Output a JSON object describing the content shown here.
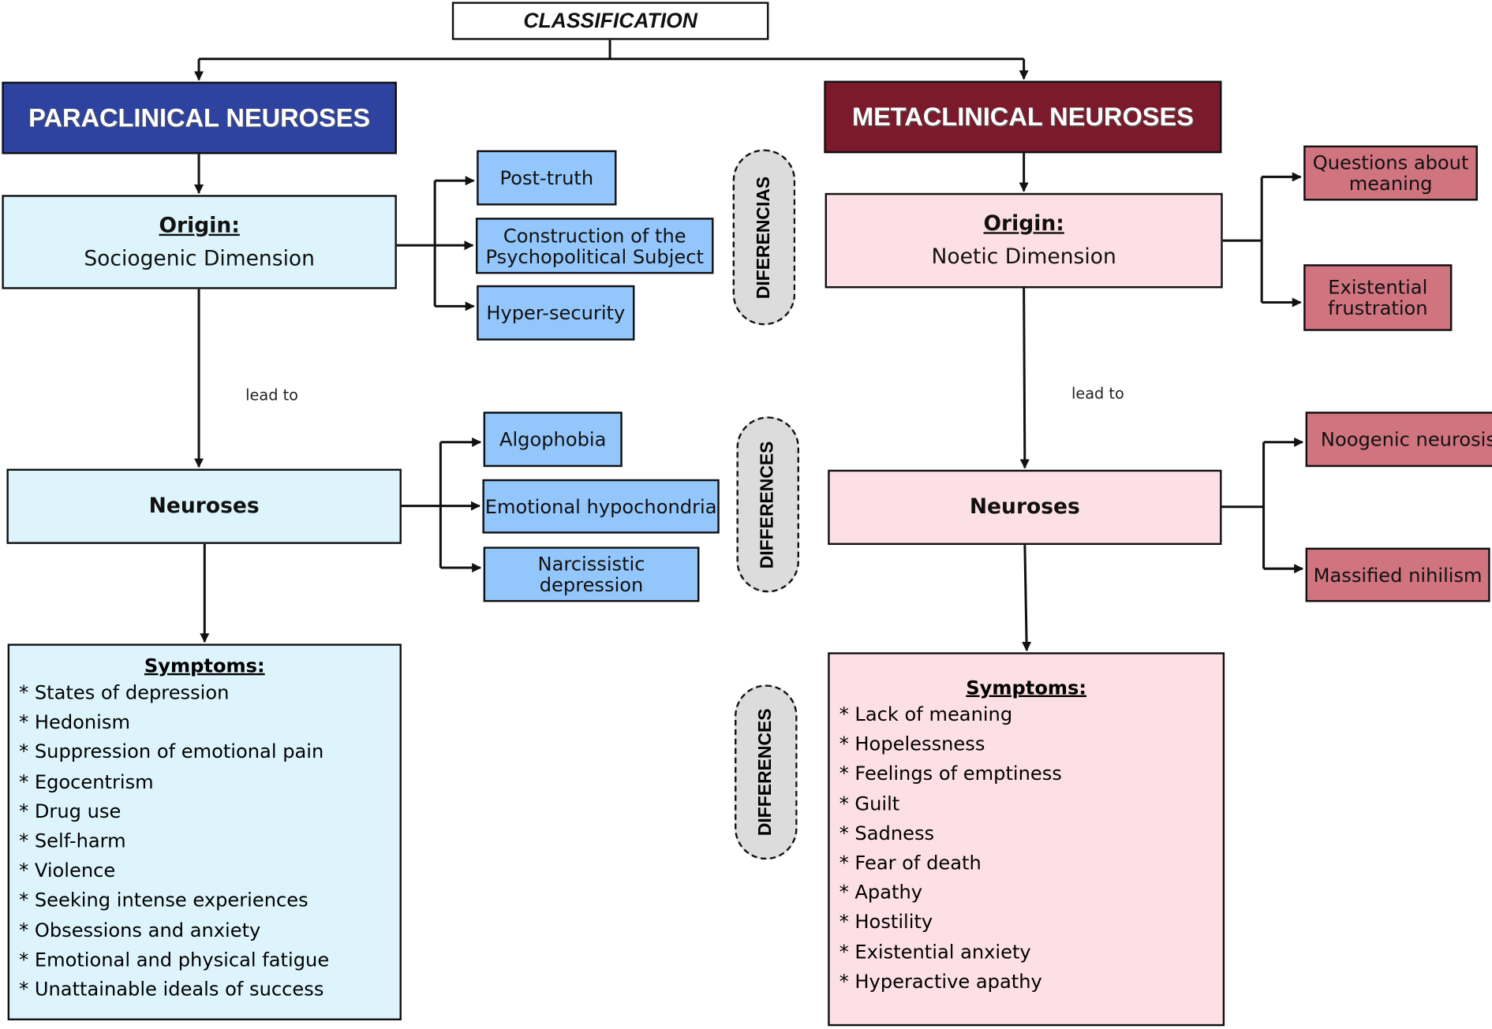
{
  "title": "CLASSIFICATION",
  "left": {
    "header": "PARACLINICAL NEUROSES",
    "color": "#2E43A0",
    "origin_label": "Origin:",
    "origin_value": "Sociogenic Dimension",
    "origin_branches": [
      "Post-truth",
      "Construction of the Psychopolitical Subject",
      "Hyper-security"
    ],
    "lead_to": "lead to",
    "neuroses": "Neuroses",
    "neuroses_branches": [
      "Algophobia",
      "Emotional hypochondria",
      "Narcissistic depression"
    ],
    "symptoms_title": "Symptoms:",
    "symptoms": [
      "* States of depression",
      "* Hedonism",
      "* Suppression of emotional pain",
      "* Egocentrism",
      "* Drug use",
      "* Self-harm",
      "* Violence",
      "* Seeking intense experiences",
      "* Obsessions and anxiety",
      "* Emotional and physical fatigue",
      "* Unattainable ideals of success"
    ]
  },
  "right": {
    "header": "METACLINICAL NEUROSES",
    "color": "#7A1A2A",
    "origin_label": "Origin:",
    "origin_value": "Noetic Dimension",
    "origin_branches": [
      "Questions about meaning",
      "Existential frustration"
    ],
    "lead_to": "lead to",
    "neuroses": "Neuroses",
    "neuroses_branches": [
      "Noogenic neurosis",
      "Massified nihilism"
    ],
    "symptoms_title": "Symptoms:",
    "symptoms": [
      "* Lack of meaning",
      "* Hopelessness",
      "* Feelings of emptiness",
      "* Guilt",
      "* Sadness",
      "* Fear of death",
      "* Apathy",
      "* Hostility",
      "* Existential anxiety",
      "* Hyperactive apathy"
    ]
  },
  "middle_labels": [
    "DIFERENCIAS",
    "DIFFERENCES",
    "DIFFERENCES"
  ]
}
